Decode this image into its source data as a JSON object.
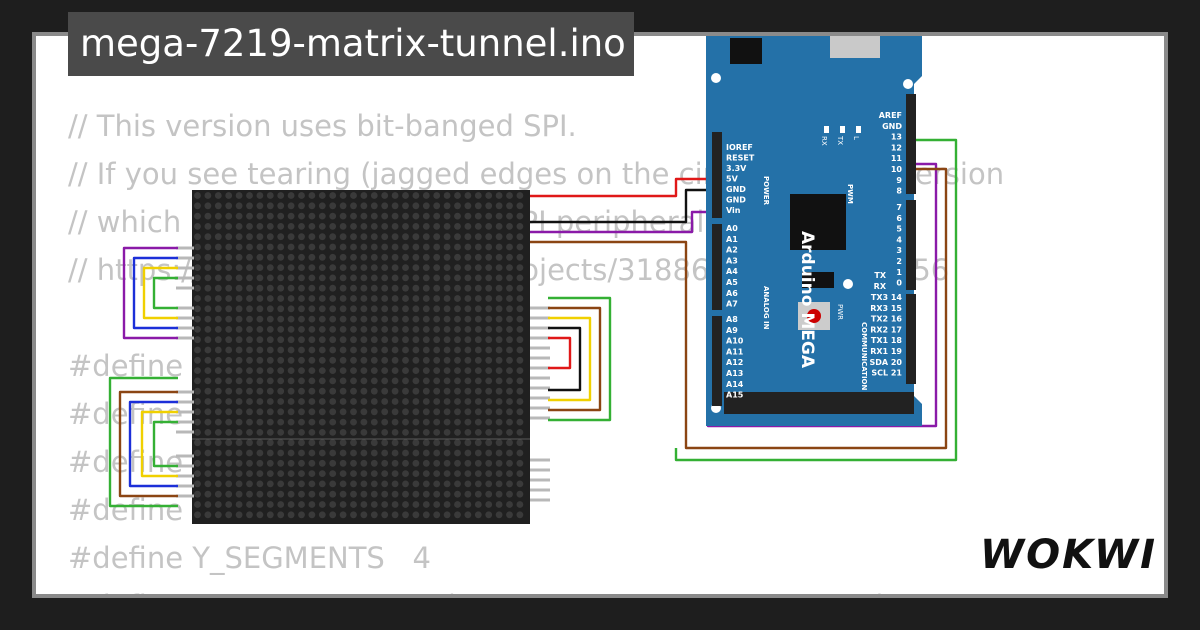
{
  "title": "mega-7219-matrix-tunnel.ino",
  "code_lines": [
    "// This version uses bit-banged SPI.",
    "// If you see tearing (jagged edges on the circles) try the version",
    "// which uses AVR's hardware SPI peripheral:",
    "// https://wokwi.com/arduino/projects/318864638990172756",
    "",
    "#define",
    "#define",
    "#define",
    "#define",
    "#define Y_SEGMENTS   4",
    "#define NUM_SEGMENTS (X_SEGMENTS * Y_SEGMENTS)"
  ],
  "board": {
    "name": "Arduino MEGA",
    "power_header_label": "POWER",
    "power_pins": [
      "IOREF",
      "RESET",
      "3.3V",
      "5V",
      "GND",
      "GND",
      "Vin"
    ],
    "analog_header_label": "ANALOG IN",
    "analog_pins_a": [
      "A0",
      "A1",
      "A2",
      "A3",
      "A4",
      "A5",
      "A6",
      "A7"
    ],
    "analog_pins_b": [
      "A8",
      "A9",
      "A10",
      "A11",
      "A12",
      "A13",
      "A14",
      "A15"
    ],
    "pwm_header_label": "PWM",
    "pwm_pins_top": [
      "AREF",
      "GND",
      "13",
      "12",
      "11",
      "10",
      "9",
      "8"
    ],
    "pwm_pins_bottom": [
      "7",
      "6",
      "5",
      "4",
      "3",
      "2",
      "1",
      "0"
    ],
    "serial_labels": [
      "TX",
      "RX"
    ],
    "comm_header_label": "COMMUNICATION",
    "comm_pins": [
      "TX3 14",
      "RX3 15",
      "TX2 16",
      "RX2 17",
      "TX1 18",
      "RX1 19",
      "SDA 20",
      "SCL 21"
    ],
    "led_labels": [
      "RX",
      "TX",
      "L"
    ],
    "pwr_led_label": "PWR"
  },
  "brand": "WOKWI",
  "colors": {
    "board": "#2471a8",
    "matrix": "#202020",
    "wire_red": "#e01818",
    "wire_black": "#111111",
    "wire_green": "#34b034",
    "wire_purple": "#8a1aa8",
    "wire_brown": "#8b4513",
    "wire_blue": "#1c2fd8",
    "wire_yellow": "#f0d000"
  }
}
